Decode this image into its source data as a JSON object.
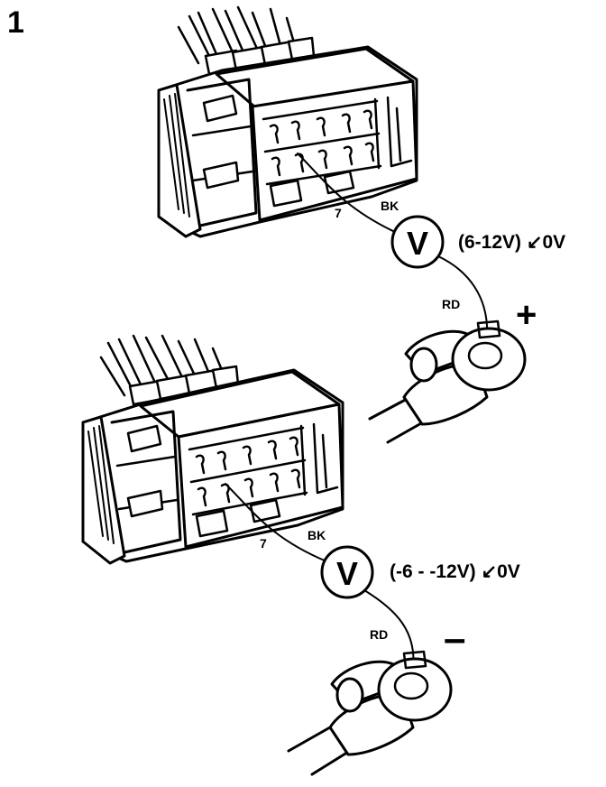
{
  "figure_number": "1",
  "top_setup": {
    "pin_label": "7",
    "wire_color_pin": "BK",
    "wire_color_probe": "RD",
    "meter_symbol": "V",
    "reading": "(6-12V) ↙0V",
    "polarity_sign": "+"
  },
  "bottom_setup": {
    "pin_label": "7",
    "wire_color_pin": "BK",
    "wire_color_probe": "RD",
    "meter_symbol": "V",
    "reading": "(-6 - -12V) ↙0V",
    "polarity_sign": "–"
  },
  "colors": {
    "ink": "#000000",
    "background": "#ffffff"
  }
}
